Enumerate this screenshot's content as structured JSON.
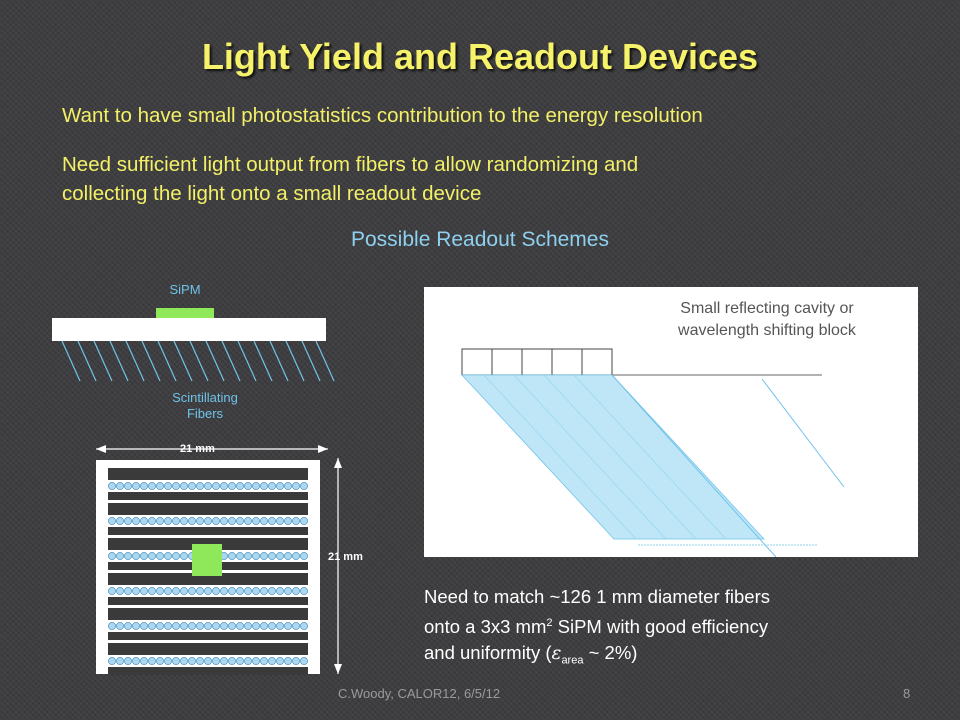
{
  "slide": {
    "title": "Light Yield and Readout Devices",
    "bullets": [
      "Want to have small photostatistics contribution to the energy resolution",
      "Need sufficient light output from fibers to allow randomizing and",
      "collecting the light onto a small readout device"
    ],
    "sub_heading": "Possible Readout Schemes"
  },
  "left_diagram": {
    "sipm_label": "SiPM",
    "fibers_label_line1": "Scintillating",
    "fibers_label_line2": "Fibers",
    "width_dim": "21 mm",
    "height_dim": "21 mm"
  },
  "right_diagram": {
    "cavity_label_line1": "Small reflecting cavity or",
    "cavity_label_line2": "wavelength shifting block"
  },
  "match_text": {
    "line1": "Need to match ~126  1 mm diameter fibers",
    "line2_a": "onto a 3x3 mm",
    "line2_sup": "2",
    "line2_b": " SiPM with good efficiency",
    "line3_a": "and uniformity (",
    "line3_eps": "ε",
    "line3_sub": "area",
    "line3_b": " ~ 2%)"
  },
  "footer": {
    "credit": "C.Woody, CALOR12, 6/5/12",
    "page": "8"
  },
  "colors": {
    "title": "#f6f26a",
    "bullet": "#f3f067",
    "accent_blue": "#6fc3ea",
    "sipm_green": "#8fe85a"
  }
}
